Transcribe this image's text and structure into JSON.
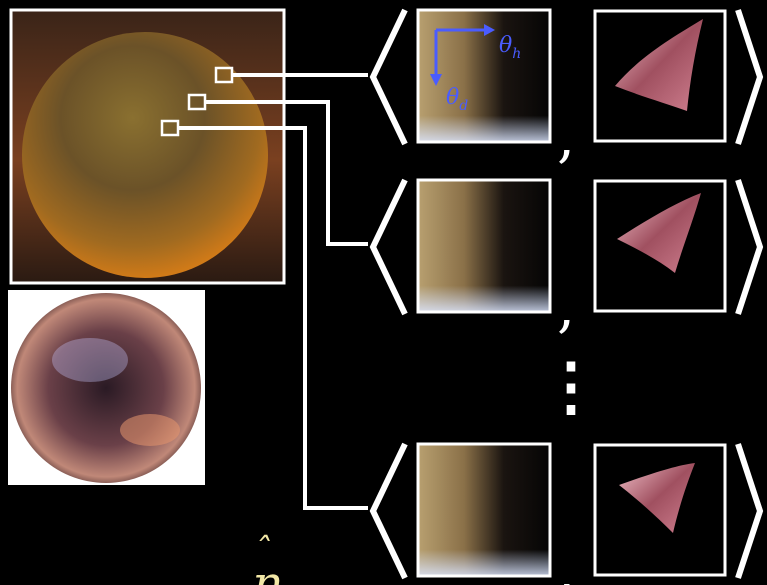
{
  "figure": {
    "axis_labels": {
      "theta_h": {
        "base": "θ",
        "sub": "h"
      },
      "theta_d": {
        "base": "θ",
        "sub": "d"
      }
    },
    "normal_label": {
      "base": "n",
      "accent": "ˆ"
    },
    "separator": ",",
    "ellipsis": "⋮",
    "bracket_left": "⟨",
    "bracket_right": "⟩",
    "rows": [
      {
        "id": "row-1",
        "reflectance_shape": "wide"
      },
      {
        "id": "row-2",
        "reflectance_shape": "medium"
      },
      {
        "id": "row-3",
        "reflectance_shape": "narrow"
      }
    ],
    "colors": {
      "background": "#000000",
      "frame": "#ffffff",
      "axis_arrow": "#4a5cff",
      "sphere_base": "#6b5228",
      "sphere_highlight": "#c08a30",
      "env_map": "#b07a6a",
      "normal_label": "#f2e7a6"
    }
  }
}
